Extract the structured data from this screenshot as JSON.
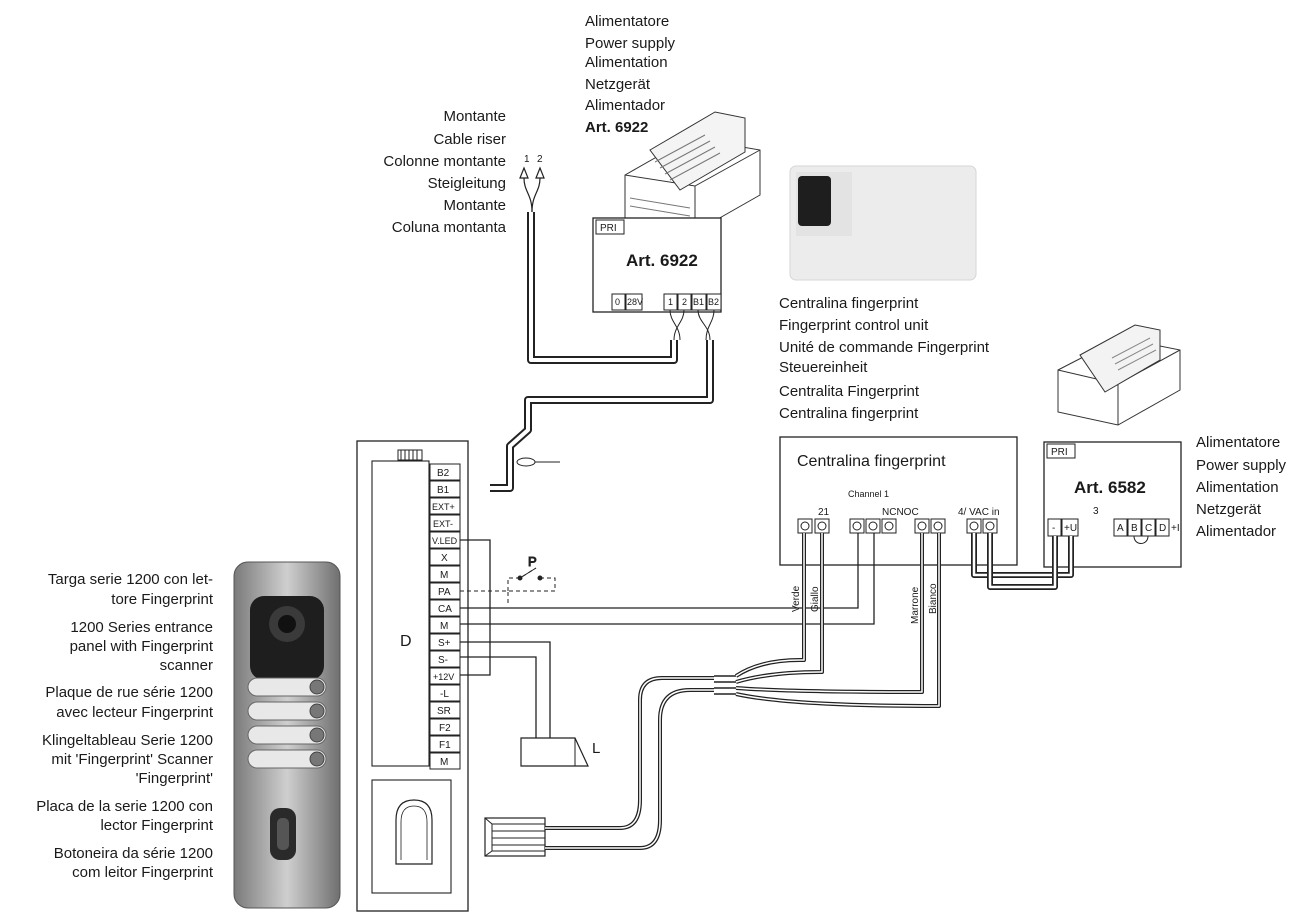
{
  "riser": {
    "lines": [
      "Montante",
      "Cable riser",
      "Colonne montante",
      "Steigleitung",
      "Montante",
      "Coluna montanta"
    ],
    "terminals": [
      "1",
      "2"
    ]
  },
  "psu_top": {
    "lines": [
      "Alimentatore",
      "Power supply",
      "Alimentation",
      "Netzgerät",
      "Alimentador"
    ],
    "article": "Art. 6922",
    "box_pri": "PRI",
    "box_title": "Art. 6922",
    "terminals": [
      "0",
      "28V",
      "1",
      "2",
      "B1",
      "B2"
    ]
  },
  "control_unit": {
    "lines": [
      "Centralina fingerprint",
      "Fingerprint control unit",
      "Unité de commande Fingerprint",
      "Steuereinheit",
      "Centralita Fingerprint",
      "Centralina fingerprint"
    ],
    "box_title": "Centralina fingerprint",
    "channel": "Channel 1",
    "t21": "21",
    "nc": "NCNOC",
    "vac": "4/ VAC in",
    "wires": [
      "Verde",
      "Giallo",
      "Marrone",
      "Bianco"
    ]
  },
  "psu_right": {
    "lines": [
      "Alimentatore",
      "Power supply",
      "Alimentation",
      "Netzgerät",
      "Alimentador"
    ],
    "box_pri": "PRI",
    "box_title": "Art. 6582",
    "t3": "3",
    "terminals": [
      "-",
      "+U",
      "A",
      "B",
      "C",
      "D",
      "+I"
    ]
  },
  "panel": {
    "label_D": "D",
    "terminals": [
      "B2",
      "B1",
      "EXT+",
      "EXT-",
      "V.LED",
      "X",
      "M",
      "PA",
      "CA",
      "M",
      "S+",
      "S-",
      "+12V",
      "-L",
      "SR",
      "F2",
      "F1",
      "M"
    ],
    "switch_P": "P",
    "lock_L": "L"
  },
  "entrance": {
    "lines": [
      [
        "Targa serie 1200 con let-",
        "tore Fingerprint"
      ],
      [
        "1200 Series entrance",
        "panel with Fingerprint",
        "scanner"
      ],
      [
        "Plaque de rue série 1200",
        "avec lecteur Fingerprint"
      ],
      [
        "Klingeltableau Serie 1200",
        "mit 'Fingerprint' Scanner",
        "'Fingerprint'"
      ],
      [
        "Placa de la serie 1200 con",
        "lector Fingerprint"
      ],
      [
        "Botoneira da série 1200",
        "com leitor Fingerprint"
      ]
    ]
  }
}
